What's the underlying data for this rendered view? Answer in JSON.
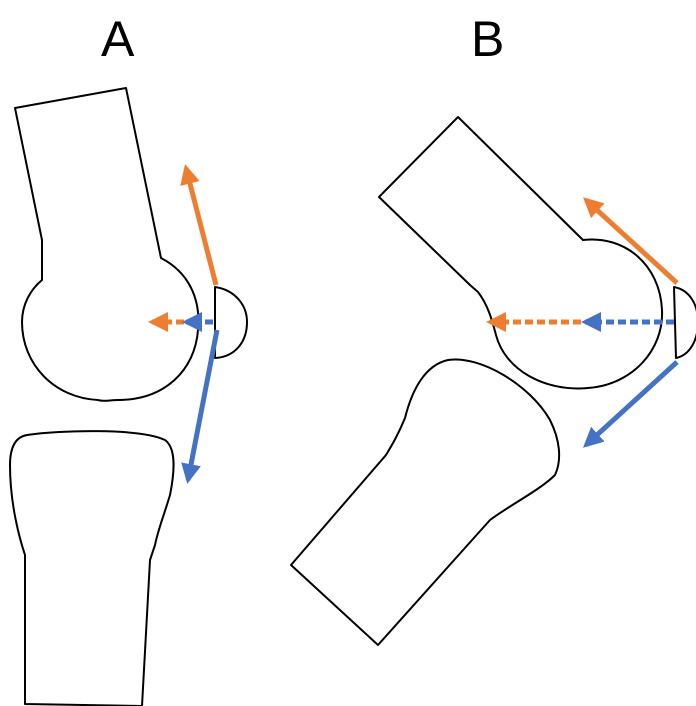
{
  "panels": [
    {
      "id": "A",
      "label": "A"
    },
    {
      "id": "B",
      "label": "B"
    }
  ],
  "colors": {
    "orange_force": "#ED7D31",
    "blue_force": "#4472C4",
    "outline": "#000000",
    "background": "#FFFFFF"
  },
  "arrow_styles": {
    "solid": "solid",
    "dotted": "dotted"
  }
}
